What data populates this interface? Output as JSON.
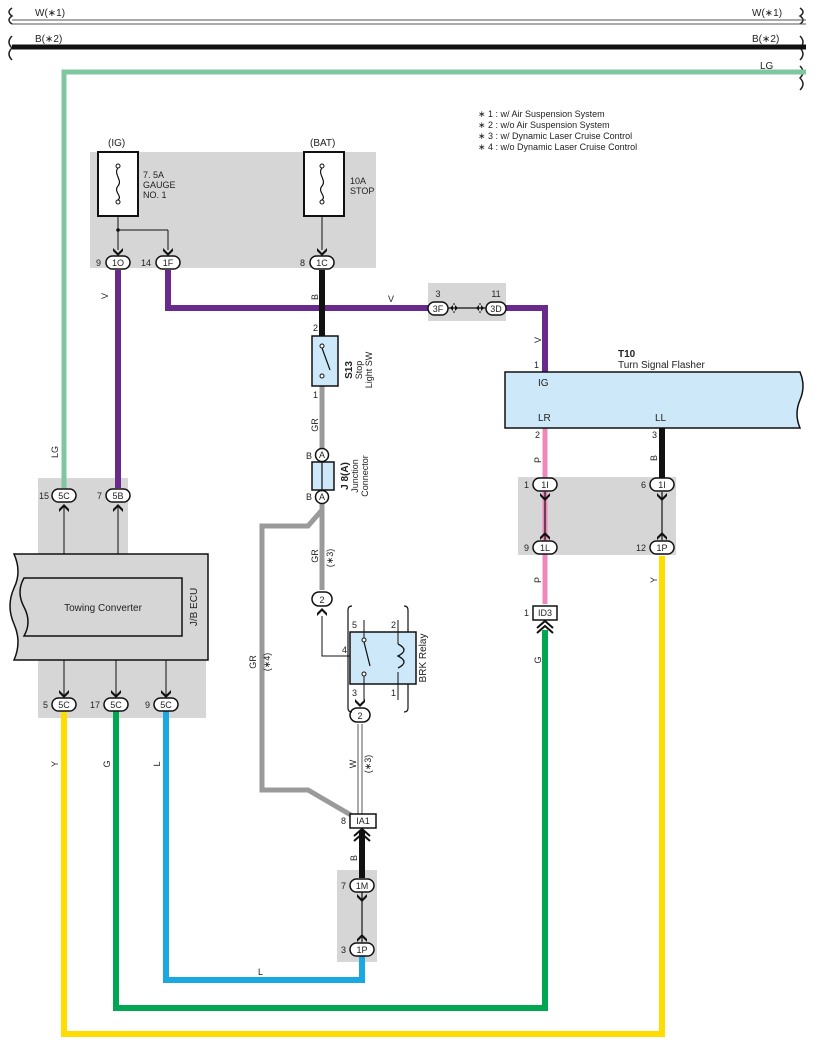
{
  "bus": {
    "w_left": "W(∗1)",
    "w_right": "W(∗1)",
    "b_left": "B(∗2)",
    "b_right": "B(∗2)",
    "lg_right": "LG"
  },
  "legend": [
    "∗ 1 : w/ Air Suspension System",
    "∗ 2 : w/o Air Suspension System",
    "∗ 3 : w/ Dynamic Laser Cruise Control",
    "∗ 4 : w/o Dynamic Laser Cruise Control"
  ],
  "fuses": {
    "ig_label": "(IG)",
    "bat_label": "(BAT)",
    "gauge_line1": "7. 5A",
    "gauge_line2": "GAUGE",
    "gauge_line3": "NO. 1",
    "stop_line1": "10A",
    "stop_line2": "STOP"
  },
  "connectors": {
    "c1o_pin": "9",
    "c1o": "1O",
    "c1f_pin": "14",
    "c1f": "1F",
    "c1c_pin": "8",
    "c1c": "1C",
    "c3f_pin": "3",
    "c3f": "3F",
    "c3d_pin": "11",
    "c3d": "3D",
    "c5c_top_pin": "15",
    "c5c_top": "5C",
    "c5b_pin": "7",
    "c5b": "5B",
    "c5c_b1_pin": "5",
    "c5c_b1": "5C",
    "c5c_b2_pin": "17",
    "c5c_b2": "5C",
    "c5c_b3_pin": "9",
    "c5c_b3": "5C",
    "c1i_a_pin": "1",
    "c1i_a": "1I",
    "c1i_b_pin": "6",
    "c1i_b": "1I",
    "c1l_pin": "9",
    "c1l": "1L",
    "c1p_r_pin": "12",
    "c1p_r": "1P",
    "id3_pin": "1",
    "id3": "ID3",
    "ia1_pin": "8",
    "ia1": "IA1",
    "c1m_pin": "7",
    "c1m": "1M",
    "c1p_b_pin": "3",
    "c1p_b": "1P",
    "relay_conn_top": "2",
    "relay_conn_bot": "2",
    "j8_a_top_pin": "B",
    "j8_a_top": "A",
    "j8_a_bot_pin": "B",
    "j8_a_bot": "A"
  },
  "wires": {
    "v1": "V",
    "b1": "B",
    "v2": "V",
    "v3": "V",
    "gr1": "GR",
    "gr2": "GR",
    "gr3": "GR",
    "lg": "LG",
    "p1": "P",
    "p2": "P",
    "b2": "B",
    "y1": "Y",
    "g1": "G",
    "y2": "Y",
    "g2": "G",
    "l1": "L",
    "l2": "L",
    "w": "W",
    "b3": "B",
    "note3a": "(∗3)",
    "note3b": "(∗3)",
    "note4": "(∗4)"
  },
  "s13": {
    "id": "S13",
    "line1": "Stop",
    "line2": "Light SW",
    "pin_top": "2",
    "pin_bot": "1"
  },
  "j8": {
    "id": "J 8(A)",
    "line1": "Junction",
    "line2": "Connector"
  },
  "t10": {
    "id": "T10",
    "name": "Turn Signal Flasher",
    "ig": "IG",
    "lr": "LR",
    "ll": "LL",
    "pin_ig": "1",
    "pin_lr": "2",
    "pin_ll": "3"
  },
  "ecu": {
    "name": "Towing Converter",
    "side": "J/B ECU"
  },
  "relay": {
    "name": "BRK Relay",
    "p5": "5",
    "p2": "2",
    "p4": "4",
    "p3": "3",
    "p1": "1"
  },
  "colors": {
    "violet": "#6a2a8c",
    "black": "#111111",
    "gray_wire": "#9a9a9a",
    "light_green": "#7fc7a0",
    "pink": "#ee88bb",
    "yellow": "#ffdd00",
    "green": "#00a651",
    "blue": "#1ba8e0",
    "box_gray": "#d6d6d6",
    "component_blue": "#cde8f8"
  }
}
